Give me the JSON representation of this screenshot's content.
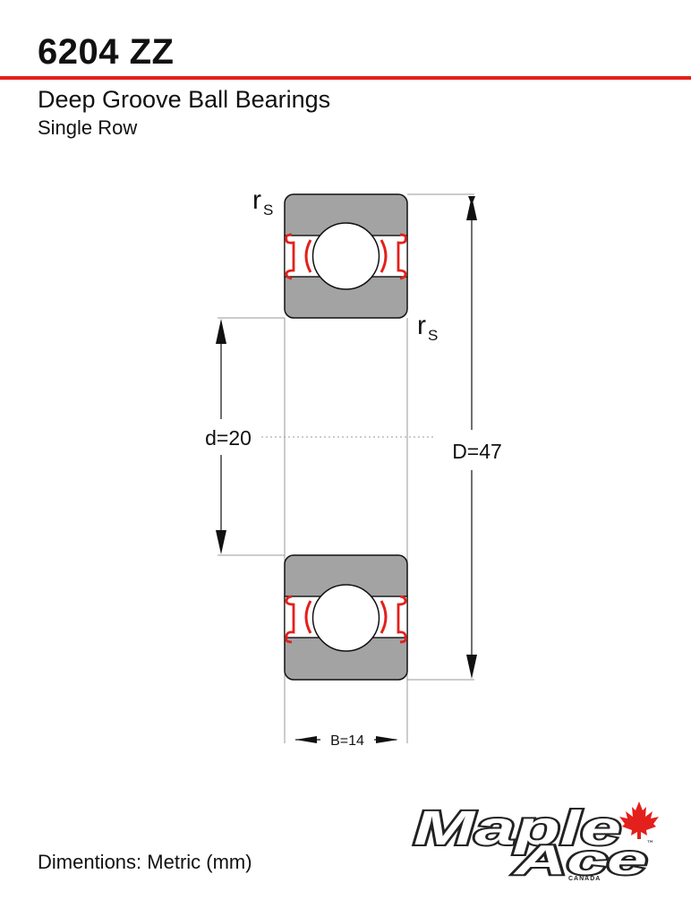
{
  "header": {
    "part_number": "6204 ZZ",
    "product_type": "Deep Groove Ball Bearings",
    "row_type": "Single Row"
  },
  "dimensions": {
    "bore_label": "d=20",
    "outer_label": "D=47",
    "width_label": "B=14",
    "radius_letter": "r",
    "radius_subscript": "S"
  },
  "footer": {
    "units_note": "Dimentions: Metric (mm)"
  },
  "logo": {
    "line1": "Maple",
    "line2": "Ace",
    "country": "CANADA",
    "trademark": "™"
  },
  "colors": {
    "accent_red": "#e3201b",
    "ring_gray": "#a3a3a3",
    "line_dark": "#111111",
    "guide_gray": "#999999",
    "logo_fill": "#ffffff",
    "logo_stroke": "#222222"
  }
}
